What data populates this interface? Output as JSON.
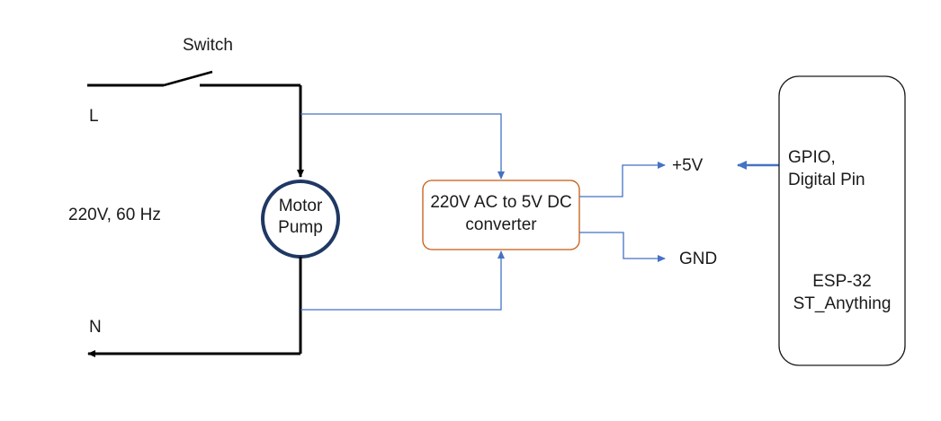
{
  "labels": {
    "switch": "Switch",
    "line": "L",
    "neutral": "N",
    "supply": "220V, 60 Hz",
    "motor_line1": "Motor",
    "motor_line2": "Pump",
    "converter_line1": "220V AC to 5V DC",
    "converter_line2": "converter",
    "plus5v": "+5V",
    "gnd": "GND",
    "gpio_line1": "GPIO,",
    "gpio_line2": "Digital Pin",
    "esp_line1": "ESP-32",
    "esp_line2": "ST_Anything"
  },
  "colors": {
    "power_wire": "#000000",
    "signal_wire": "#4472c4",
    "motor_outline": "#1f3864",
    "converter_outline": "#c55a11",
    "esp_outline": "#1a1a1a"
  }
}
